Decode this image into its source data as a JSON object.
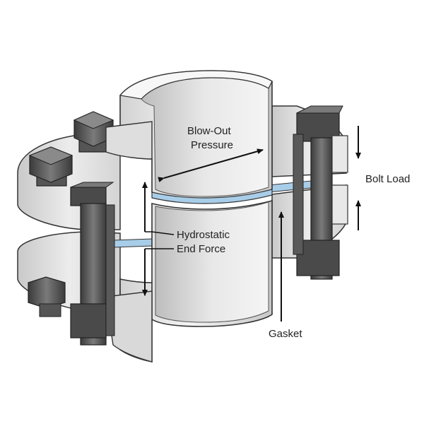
{
  "labels": {
    "blowout_line1": "Blow-Out",
    "blowout_line2": "Pressure",
    "bolt_load": "Bolt Load",
    "hydro_line1": "Hydrostatic",
    "hydro_line2": "End Force",
    "gasket": "Gasket"
  },
  "colors": {
    "pipe_fill": "#e6e6e6",
    "pipe_shade": "#cfcfcf",
    "flange_fill": "#dcdcdc",
    "bolt_dark": "#4a4a4a",
    "bolt_mid": "#6b6b6b",
    "gasket_blue": "#a8cde8",
    "outline": "#333333"
  }
}
